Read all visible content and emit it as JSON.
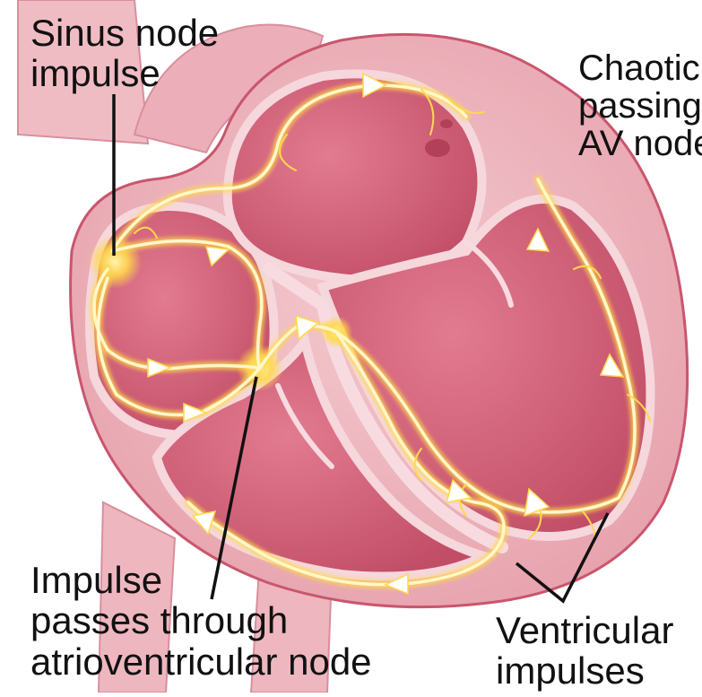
{
  "labels": {
    "sinus_node": "Sinus node\nimpulse",
    "chaotic": "Chaotic\npassing\nAV node",
    "impulse_av": "Impulse\npasses through\natrioventricular node",
    "ventricular": "Ventricular\nimpulses"
  },
  "colors": {
    "background": "#ffffff",
    "tissue_light": "#f3c4cb",
    "tissue_mid": "#e98f9e",
    "tissue_dark": "#c9566d",
    "chamber": "#d8647c",
    "septum": "#f7dbe0",
    "impulse": "#ffd84a",
    "impulse_core": "#fff7c8",
    "leader": "#111111"
  },
  "icons": [
    "arrow-icon"
  ]
}
